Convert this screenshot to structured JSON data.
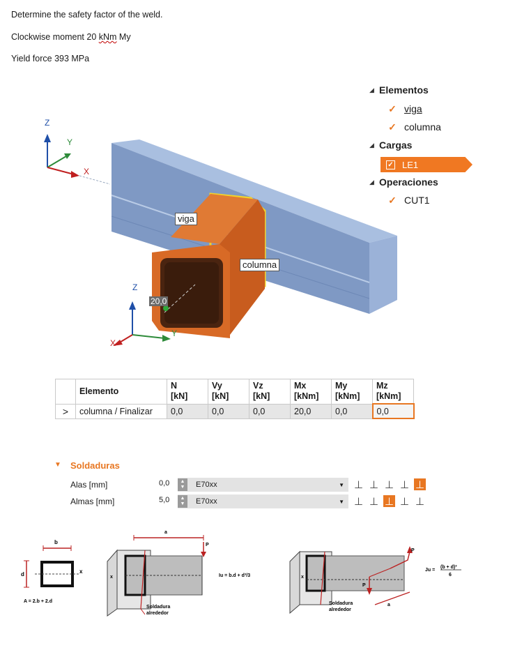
{
  "question": {
    "line1": "Determine the safety factor of the weld.",
    "line2_prefix": "Clockwise moment 20 ",
    "line2_unit": "kNm",
    "line2_suffix": " My",
    "line3": "Yield force 393 MPa"
  },
  "tree": {
    "elementos": "Elementos",
    "viga": "viga",
    "columna": "columna",
    "cargas": "Cargas",
    "le1": "LE1",
    "operaciones": "Operaciones",
    "cut1": "CUT1",
    "accent": "#f07822"
  },
  "view3d": {
    "axes_top": {
      "z": "Z",
      "y": "Y",
      "x": "X"
    },
    "axes_bottom": {
      "z": "Z",
      "y": "Y",
      "x": "X"
    },
    "label_viga": "viga",
    "label_columna": "columna",
    "load_value": "20,0",
    "beam_color": "#8fa8cf",
    "column_color": "#d4621c"
  },
  "forces_table": {
    "headers": [
      "Elemento",
      "N\n[kN]",
      "Vy\n[kN]",
      "Vz\n[kN]",
      "Mx\n[kNm]",
      "My\n[kNm]",
      "Mz\n[kNm]"
    ],
    "header_elemento": "Elemento",
    "h_n": "N",
    "u_n": "[kN]",
    "h_vy": "Vy",
    "u_vy": "[kN]",
    "h_vz": "Vz",
    "u_vz": "[kN]",
    "h_mx": "Mx",
    "u_mx": "[kNm]",
    "h_my": "My",
    "u_my": "[kNm]",
    "h_mz": "Mz",
    "u_mz": "[kNm]",
    "row": {
      "elemento": "columna / Finalizar",
      "n": "0,0",
      "vy": "0,0",
      "vz": "0,0",
      "mx": "20,0",
      "my": "0,0",
      "mz": "0,0"
    }
  },
  "soldaduras": {
    "title": "Soldaduras",
    "alas_label": "Alas [mm]",
    "alas_value": "0,0",
    "alas_material": "E70xx",
    "almas_label": "Almas [mm]",
    "almas_value": "5,0",
    "almas_material": "E70xx"
  },
  "diagrams": {
    "d1_b": "b",
    "d1_d": "d",
    "d1_x": "x",
    "d1_formula": "A = 2.b + 2.d",
    "d2_a": "a",
    "d2_p": "P",
    "d2_x": "x",
    "d2_caption1": "Soldadura",
    "d2_caption2": "alrededor",
    "d2_formula": "Iu = b.d + d³/3",
    "d3_p1": "P",
    "d3_p2": "P",
    "d3_a": "a",
    "d3_x": "x",
    "d3_caption1": "Soldadura",
    "d3_caption2": "alrededor",
    "d3_formula_lhs": "Ju =",
    "d3_formula_num": "(b + d)³",
    "d3_formula_den": "6"
  }
}
